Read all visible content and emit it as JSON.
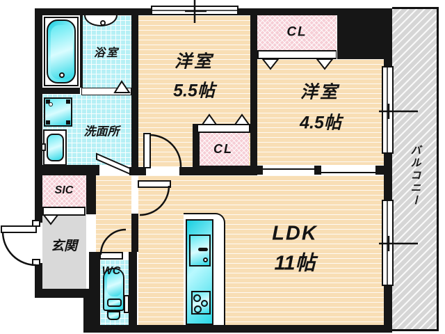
{
  "title": "apartment-floor-plan",
  "rooms": {
    "bath": {
      "label": "浴室"
    },
    "washroom": {
      "label": "洗面所"
    },
    "western_5_5": {
      "label": "洋室",
      "size": "5.5帖"
    },
    "closet_top": {
      "label": "CL"
    },
    "closet_mid": {
      "label": "CL"
    },
    "western_4_5": {
      "label": "洋室",
      "size": "4.5帖"
    },
    "shoe_closet": {
      "label": "SIC"
    },
    "entrance": {
      "label": "玄関"
    },
    "toilet": {
      "label": "WC"
    },
    "ldk": {
      "label": "LDK",
      "size": "11帖"
    },
    "balcony": {
      "label": "バルコニー"
    }
  },
  "colors": {
    "wall": "#161616",
    "tatami": "#f8deb5",
    "tile": "#b6f0f5",
    "closet_pink": "#f6ced6",
    "entrance_gray": "#d9d9d9",
    "balcony_gray": "#d6d6d6",
    "fixture_cyan": "#2bd8e6",
    "line": "#111111"
  }
}
